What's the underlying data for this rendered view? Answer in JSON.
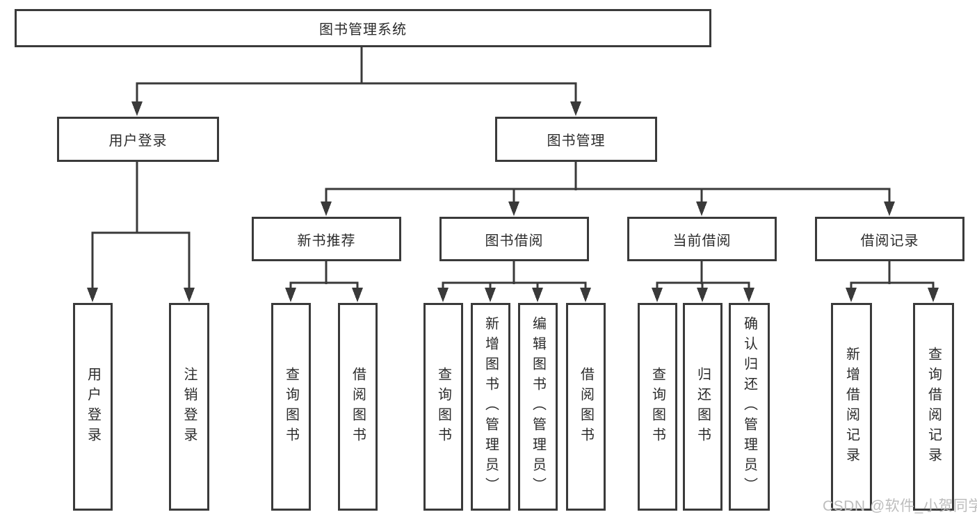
{
  "diagram": {
    "type": "hierarchy-tree",
    "root": "图书管理系统",
    "tree": [
      {
        "label": "用户登录",
        "children": [
          "用户登录",
          "注销登录"
        ]
      },
      {
        "label": "图书管理",
        "children": [
          {
            "label": "新书推荐",
            "children": [
              "查询图书",
              "借阅图书"
            ]
          },
          {
            "label": "图书借阅",
            "children": [
              "查询图书",
              "新增图书（管理员）",
              "编辑图书（管理员）",
              "借阅图书"
            ]
          },
          {
            "label": "当前借阅",
            "children": [
              "查询图书",
              "归还图书",
              "确认归还（管理员）"
            ]
          },
          {
            "label": "借阅记录",
            "children": [
              "新增借阅记录",
              "查询借阅记录"
            ]
          }
        ]
      }
    ]
  },
  "watermark": "CSDN @软件_小贺同学",
  "colors": {
    "line": "#3a3a3a",
    "box_border": "#3a3a3a",
    "text": "#2b2b2b",
    "watermark": "#bdbdbd",
    "background": "#ffffff"
  }
}
